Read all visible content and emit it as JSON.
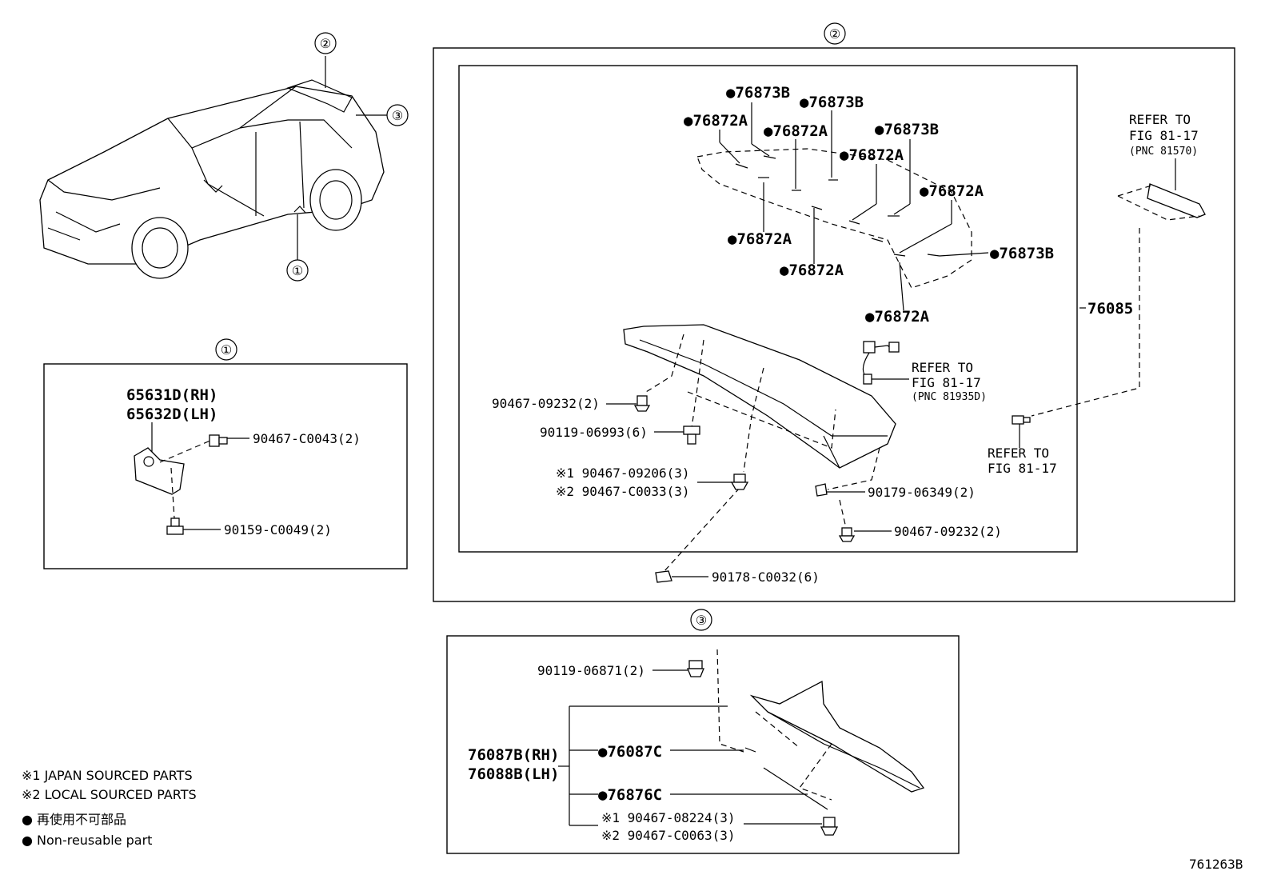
{
  "callouts": {
    "c1": "①",
    "c2": "②",
    "c3": "③"
  },
  "section1": {
    "part_rh": "65631D(RH)",
    "part_lh": "65632D(LH)",
    "bolt": "90467-C0043(2)",
    "screw": "90159-C0049(2)"
  },
  "section2": {
    "labels": [
      "●76873B",
      "●76873B",
      "●76872A",
      "●76872A",
      "●76873B",
      "●76872A",
      "●76872A",
      "●76872A",
      "●76873B",
      "●76872A",
      "●76872A"
    ],
    "assembly": "76085",
    "refer_wire_1": "REFER TO",
    "refer_wire_2": "FIG 81-17",
    "refer_wire_3": "(PNC 81935D)",
    "refer_lamp_1": "REFER TO",
    "refer_lamp_2": "FIG 81-17",
    "refer_lamp_3": "(PNC 81570)",
    "refer_bolt_1": "REFER TO",
    "refer_bolt_2": "FIG 81-17",
    "p1": "90467-09232(2)",
    "p2": "90119-06993(6)",
    "p3": "※1 90467-09206(3)",
    "p4": "※2 90467-C0033(3)",
    "p5": "90179-06349(2)",
    "p6": "90467-09232(2)",
    "p7": "90178-C0032(6)"
  },
  "section3": {
    "screw": "90119-06871(2)",
    "part_rh": "76087B(RH)",
    "part_lh": "76088B(LH)",
    "sub1": "●76087C",
    "sub2": "●76876C",
    "clip1": "※1 90467-08224(3)",
    "clip2": "※2 90467-C0063(3)"
  },
  "legend": {
    "note1": "※1 JAPAN SOURCED PARTS",
    "note2": "※2 LOCAL SOURCED PARTS",
    "note3": "● 再使用不可部品",
    "note4": "● Non-reusable part"
  },
  "figure_id": "761263B"
}
